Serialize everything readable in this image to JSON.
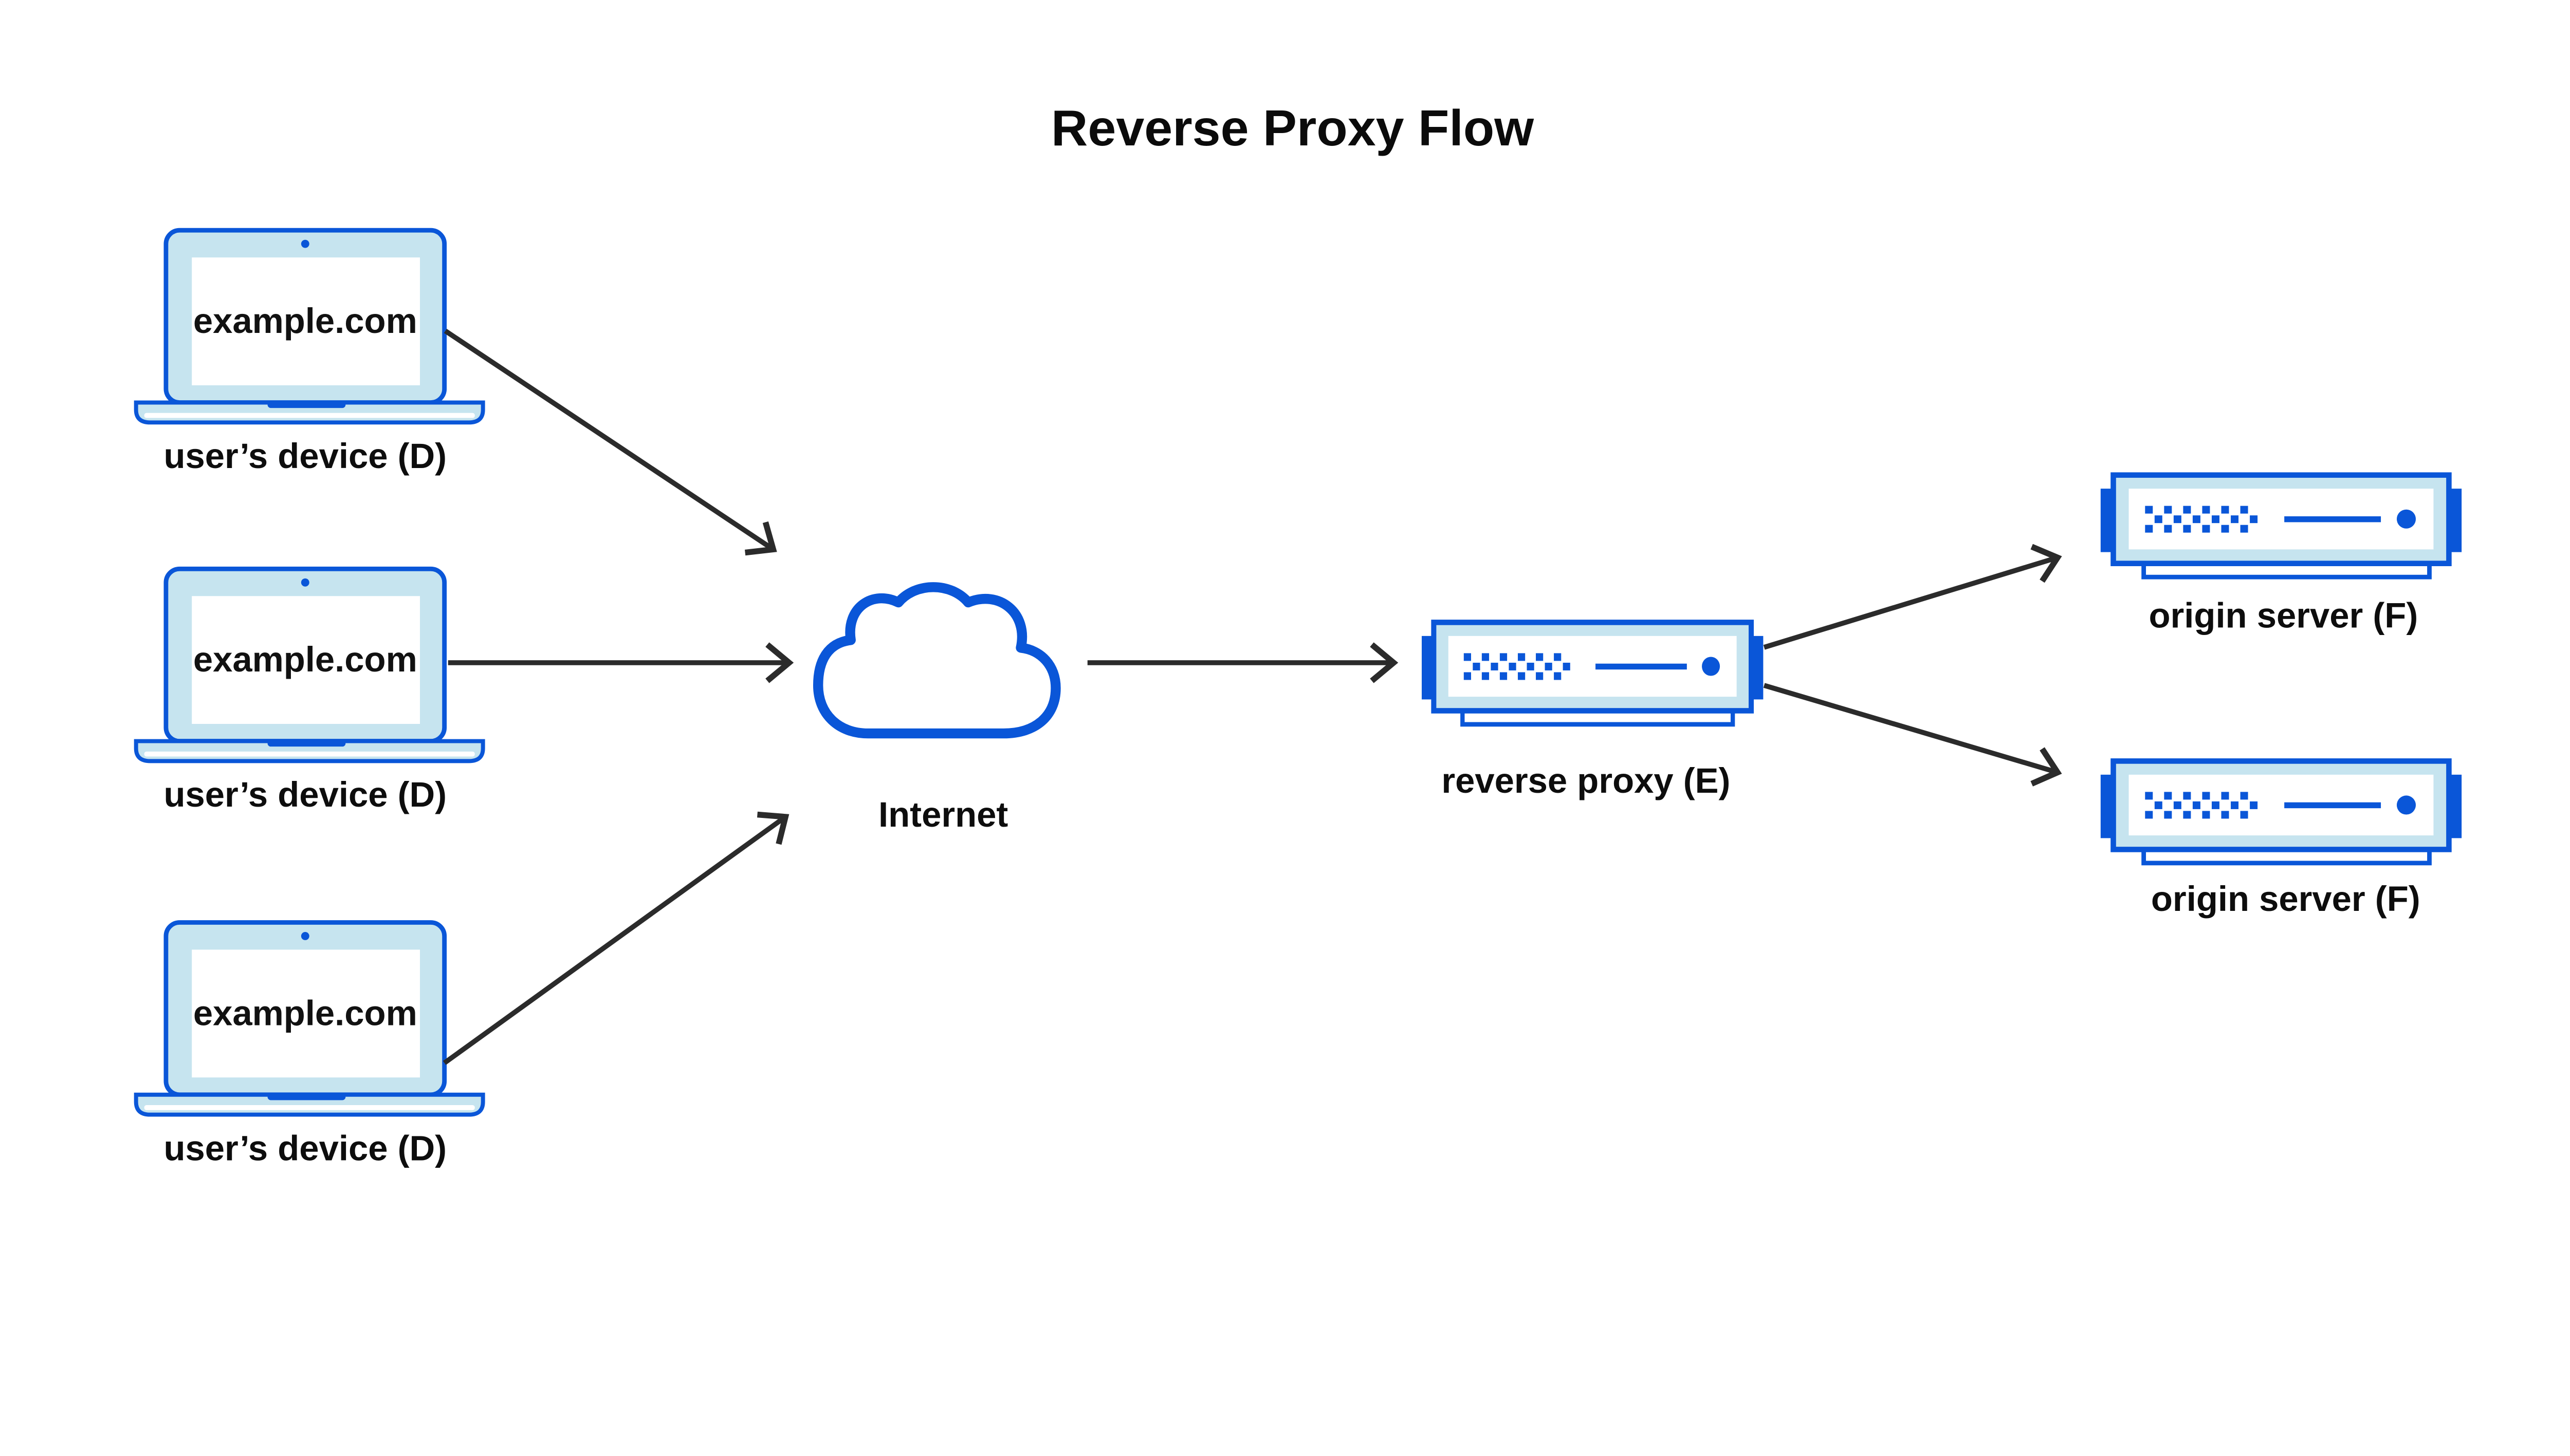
{
  "title": "Reverse Proxy Flow",
  "colors": {
    "primary_blue": "#0a56d8",
    "light_blue": "#c6e4ef",
    "white": "#ffffff",
    "arrow": "#2b2b2b",
    "text": "#0d0d0d"
  },
  "nodes": {
    "devices": [
      {
        "id": "device-1",
        "icon": "laptop-icon",
        "screen_text": "example.com",
        "label": "user’s device (D)"
      },
      {
        "id": "device-2",
        "icon": "laptop-icon",
        "screen_text": "example.com",
        "label": "user’s device (D)"
      },
      {
        "id": "device-3",
        "icon": "laptop-icon",
        "screen_text": "example.com",
        "label": "user’s device (D)"
      }
    ],
    "internet": {
      "id": "internet",
      "icon": "cloud-icon",
      "label": "Internet"
    },
    "reverse_proxy": {
      "id": "reverse-proxy",
      "icon": "server-icon",
      "label": "reverse proxy (E)"
    },
    "origin_servers": [
      {
        "id": "origin-1",
        "icon": "server-icon",
        "label": "origin server (F)"
      },
      {
        "id": "origin-2",
        "icon": "server-icon",
        "label": "origin server (F)"
      }
    ]
  },
  "edges": [
    {
      "from": "user’s device (D) #1",
      "to": "Internet"
    },
    {
      "from": "user’s device (D) #2",
      "to": "Internet"
    },
    {
      "from": "user’s device (D) #3",
      "to": "Internet"
    },
    {
      "from": "Internet",
      "to": "reverse proxy (E)"
    },
    {
      "from": "reverse proxy (E)",
      "to": "origin server (F) #1"
    },
    {
      "from": "reverse proxy (E)",
      "to": "origin server (F) #2"
    }
  ]
}
